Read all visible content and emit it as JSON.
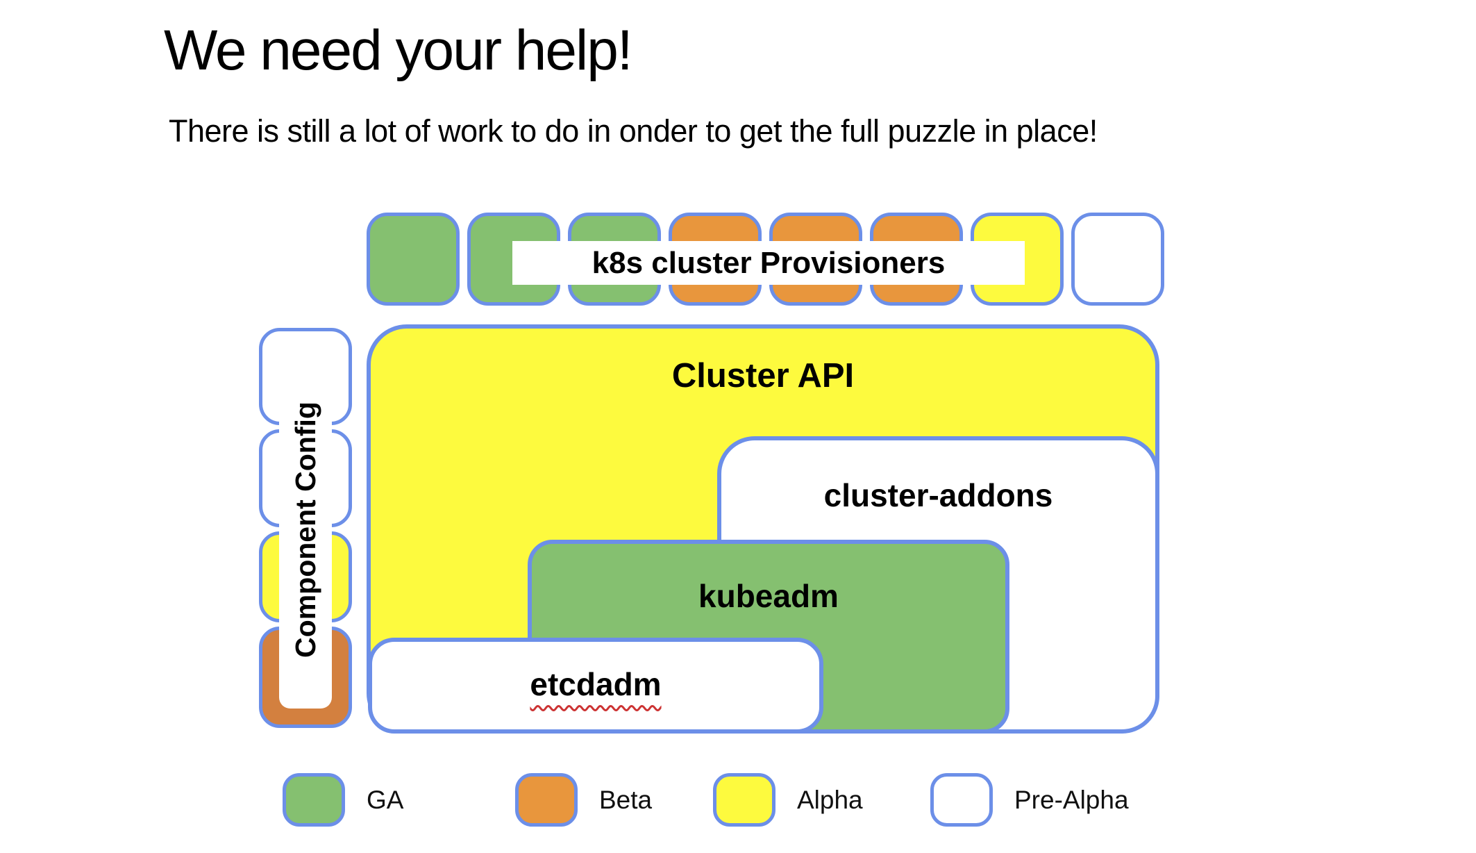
{
  "title": "We need your help!",
  "subtitle": "There is still a lot of work to do in onder to get the full puzzle in place!",
  "colors": {
    "ga": "#85c070",
    "beta": "#e8963d",
    "beta_dark": "#d3803f",
    "alpha": "#fdfa3e",
    "pre_alpha": "#ffffff",
    "border_blue": "#6c8fe8",
    "squiggle_red": "#cc3333"
  },
  "provisioners_row": {
    "label": "k8s cluster Provisioners",
    "squares": [
      "ga",
      "ga",
      "ga",
      "beta",
      "beta",
      "beta",
      "alpha",
      "pre_alpha"
    ]
  },
  "component_config": {
    "label": "Component Config",
    "squares": [
      "pre_alpha",
      "pre_alpha",
      "alpha",
      "beta_dark"
    ]
  },
  "boxes": {
    "cluster_api": {
      "label": "Cluster API",
      "status": "alpha"
    },
    "cluster_addons": {
      "label": "cluster-addons",
      "status": "pre_alpha"
    },
    "kubeadm": {
      "label": "kubeadm",
      "status": "ga"
    },
    "etcdadm": {
      "label": "etcdadm",
      "status": "pre_alpha",
      "misspelling_underline": true
    }
  },
  "legend": {
    "items": [
      {
        "label": "GA",
        "status": "ga"
      },
      {
        "label": "Beta",
        "status": "beta"
      },
      {
        "label": "Alpha",
        "status": "alpha"
      },
      {
        "label": "Pre-Alpha",
        "status": "pre_alpha"
      }
    ]
  }
}
